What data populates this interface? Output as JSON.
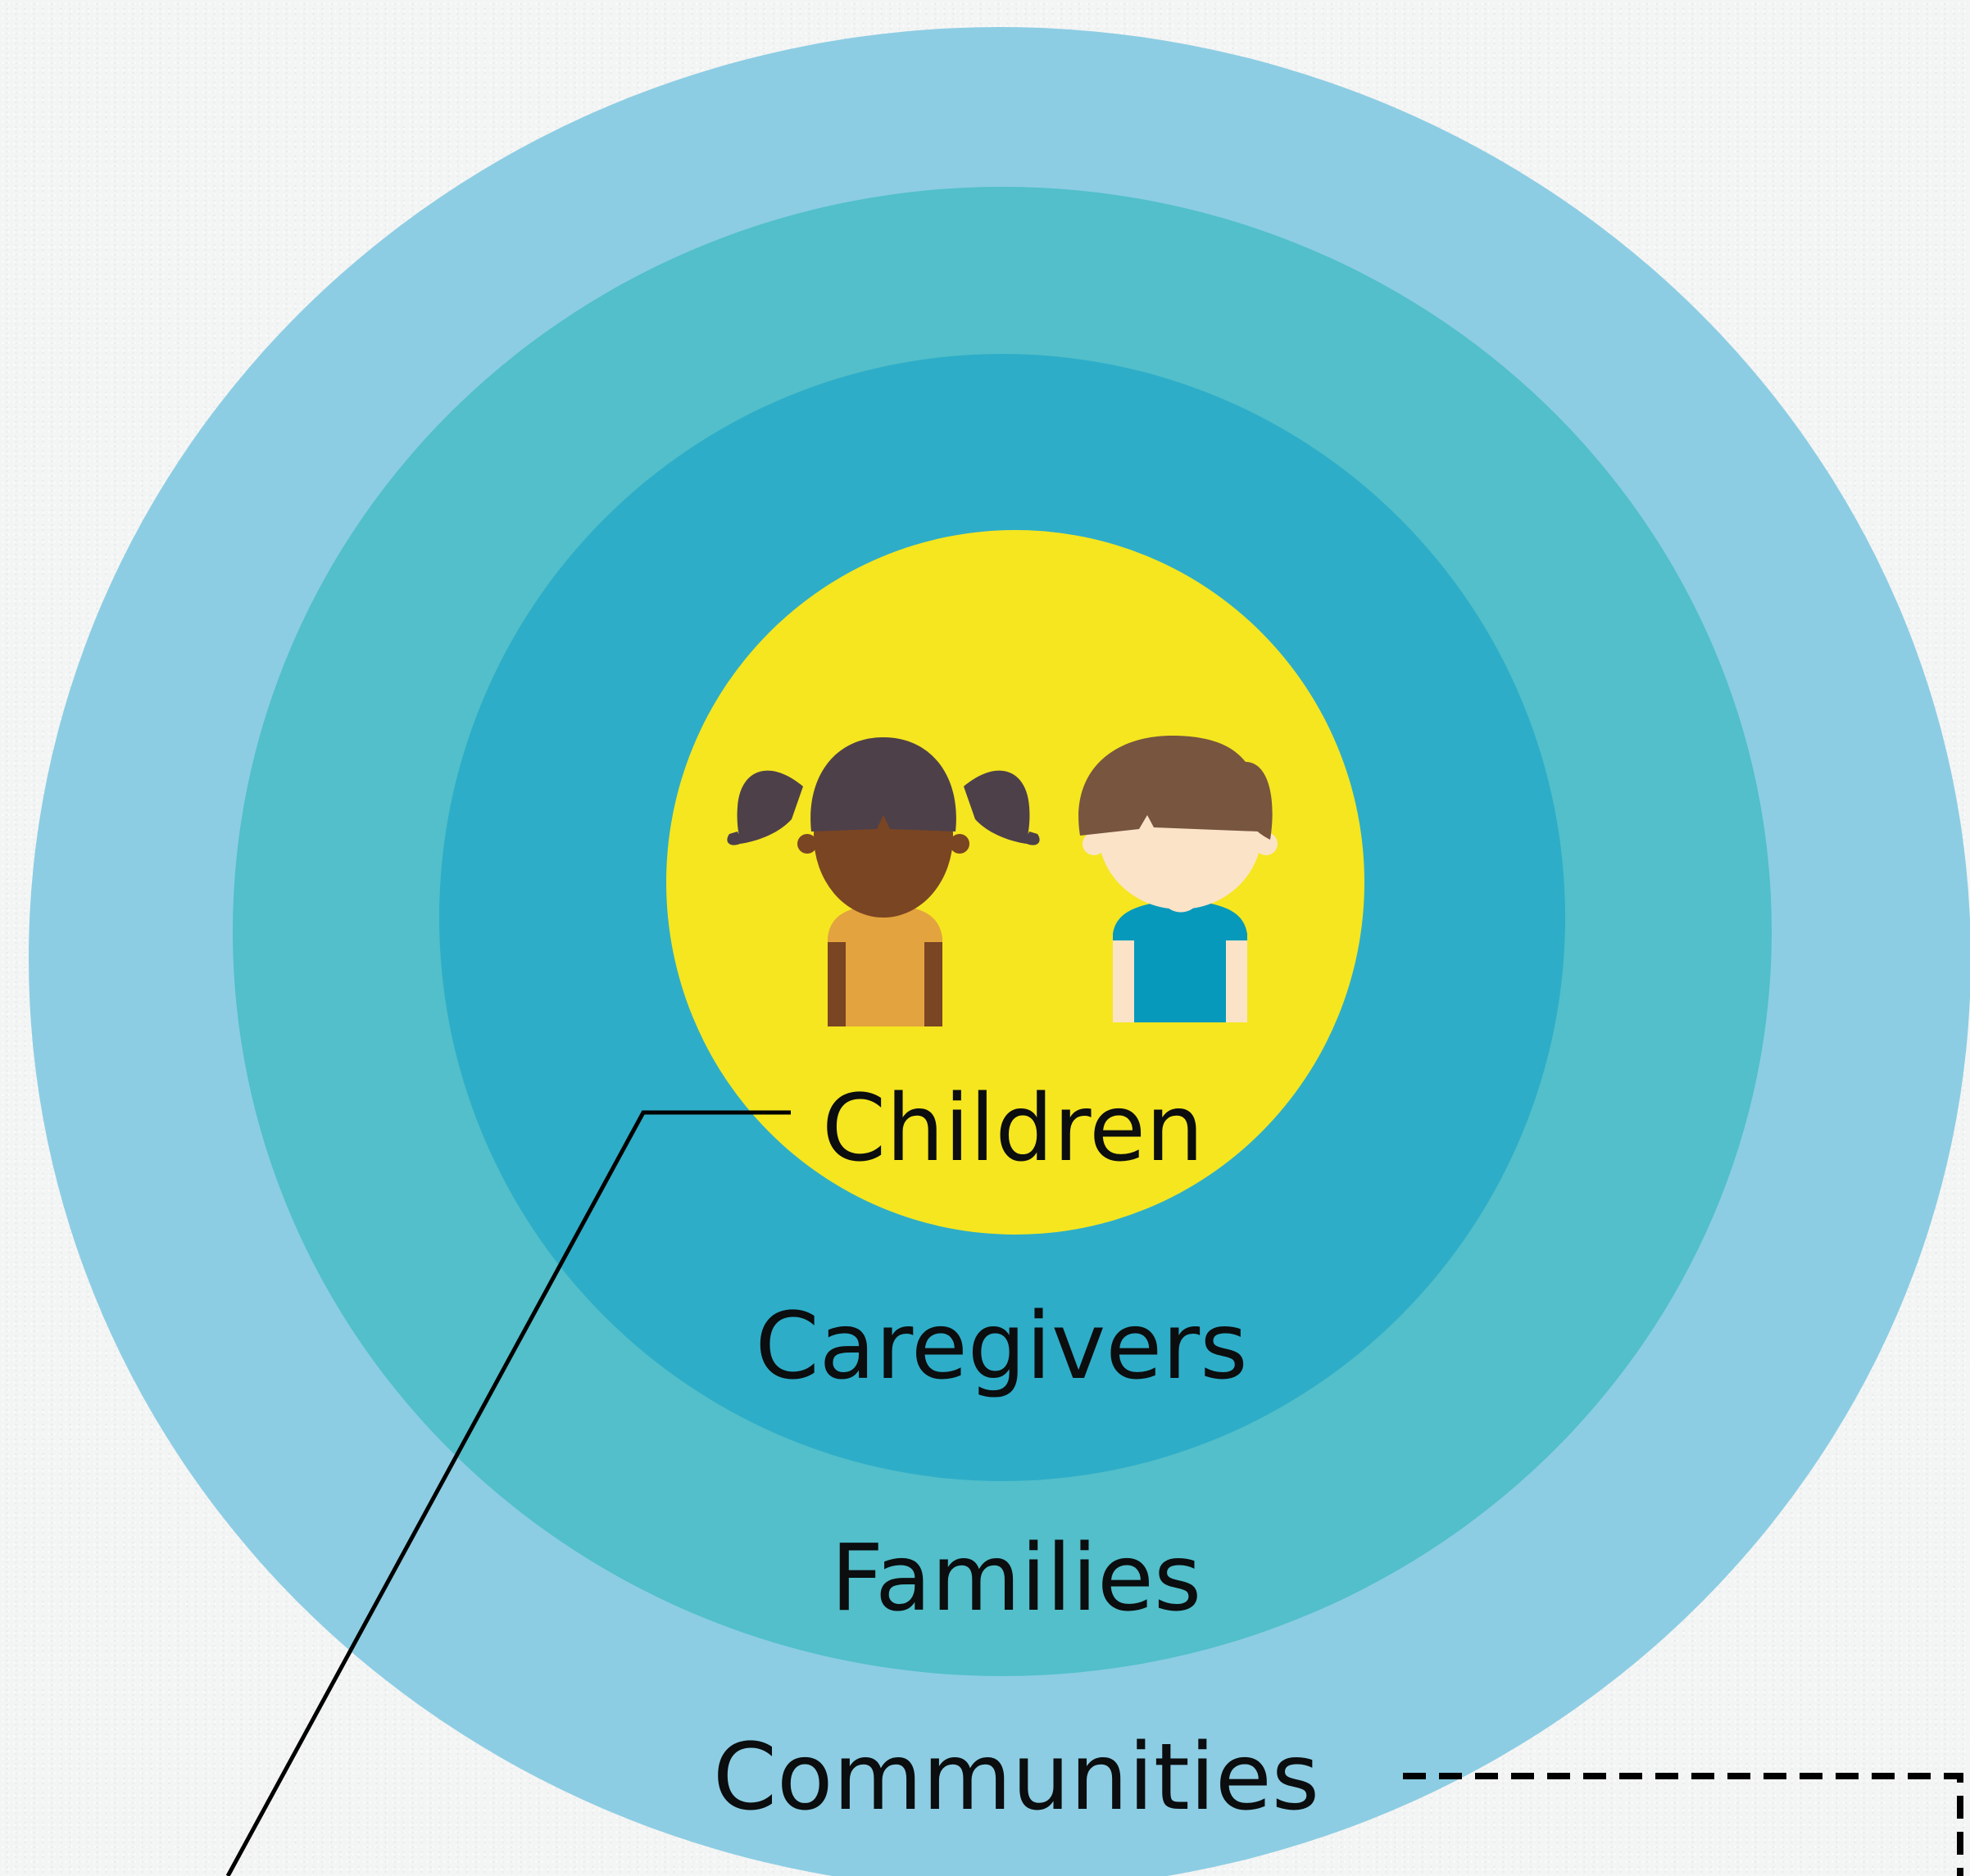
{
  "diagram": {
    "rings": [
      {
        "id": "communities",
        "label": "Communities",
        "color": "#8ccde3"
      },
      {
        "id": "families",
        "label": "Families",
        "color": "#52bfca"
      },
      {
        "id": "caregivers",
        "label": "Caregivers",
        "color": "#2eadc8"
      },
      {
        "id": "children",
        "label": "Children",
        "color": "#f5e620"
      }
    ],
    "figures": [
      {
        "id": "girl",
        "hair": "#4e4049",
        "skin": "#7a4523",
        "shirt": "#e3a33e"
      },
      {
        "id": "boy",
        "hair": "#77553f",
        "skin": "#fbe3c8",
        "shirt": "#0699bb"
      }
    ],
    "connector_color": "#000000"
  }
}
